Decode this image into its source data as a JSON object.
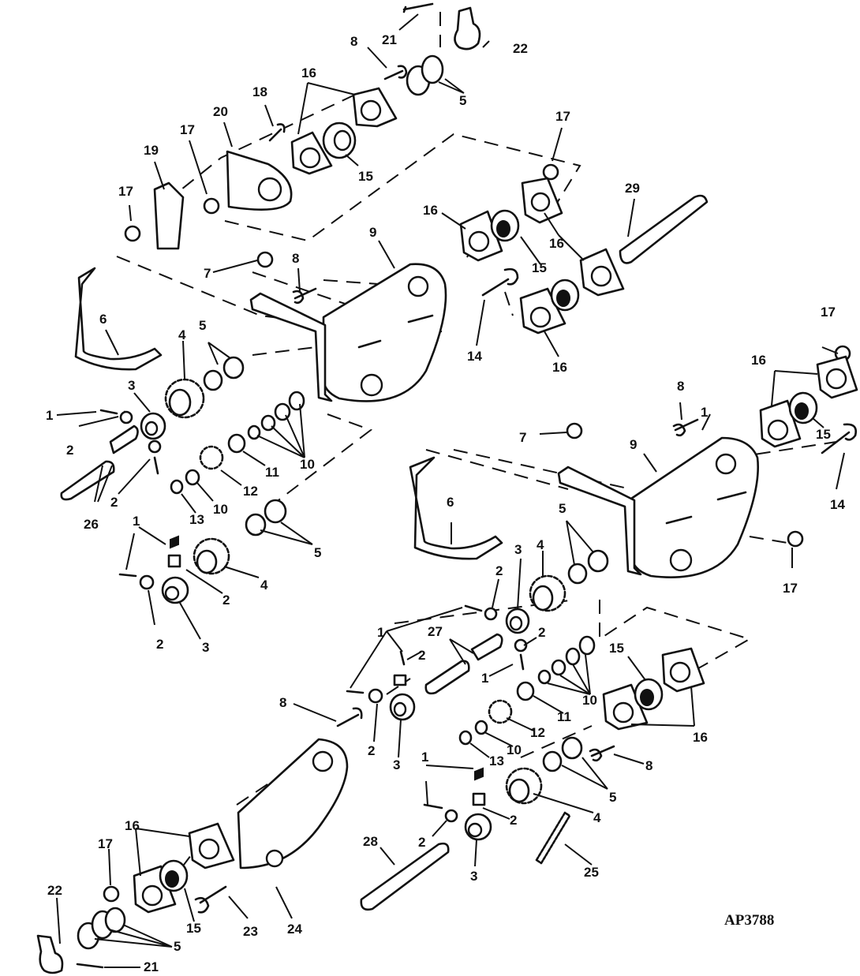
{
  "figure_code": "AP3788",
  "callouts": [
    "1",
    "2",
    "3",
    "4",
    "5",
    "6",
    "7",
    "8",
    "9",
    "10",
    "11",
    "12",
    "13",
    "14",
    "15",
    "16",
    "17",
    "18",
    "19",
    "20",
    "21",
    "22",
    "23",
    "24",
    "25",
    "26",
    "27",
    "28",
    "29"
  ]
}
